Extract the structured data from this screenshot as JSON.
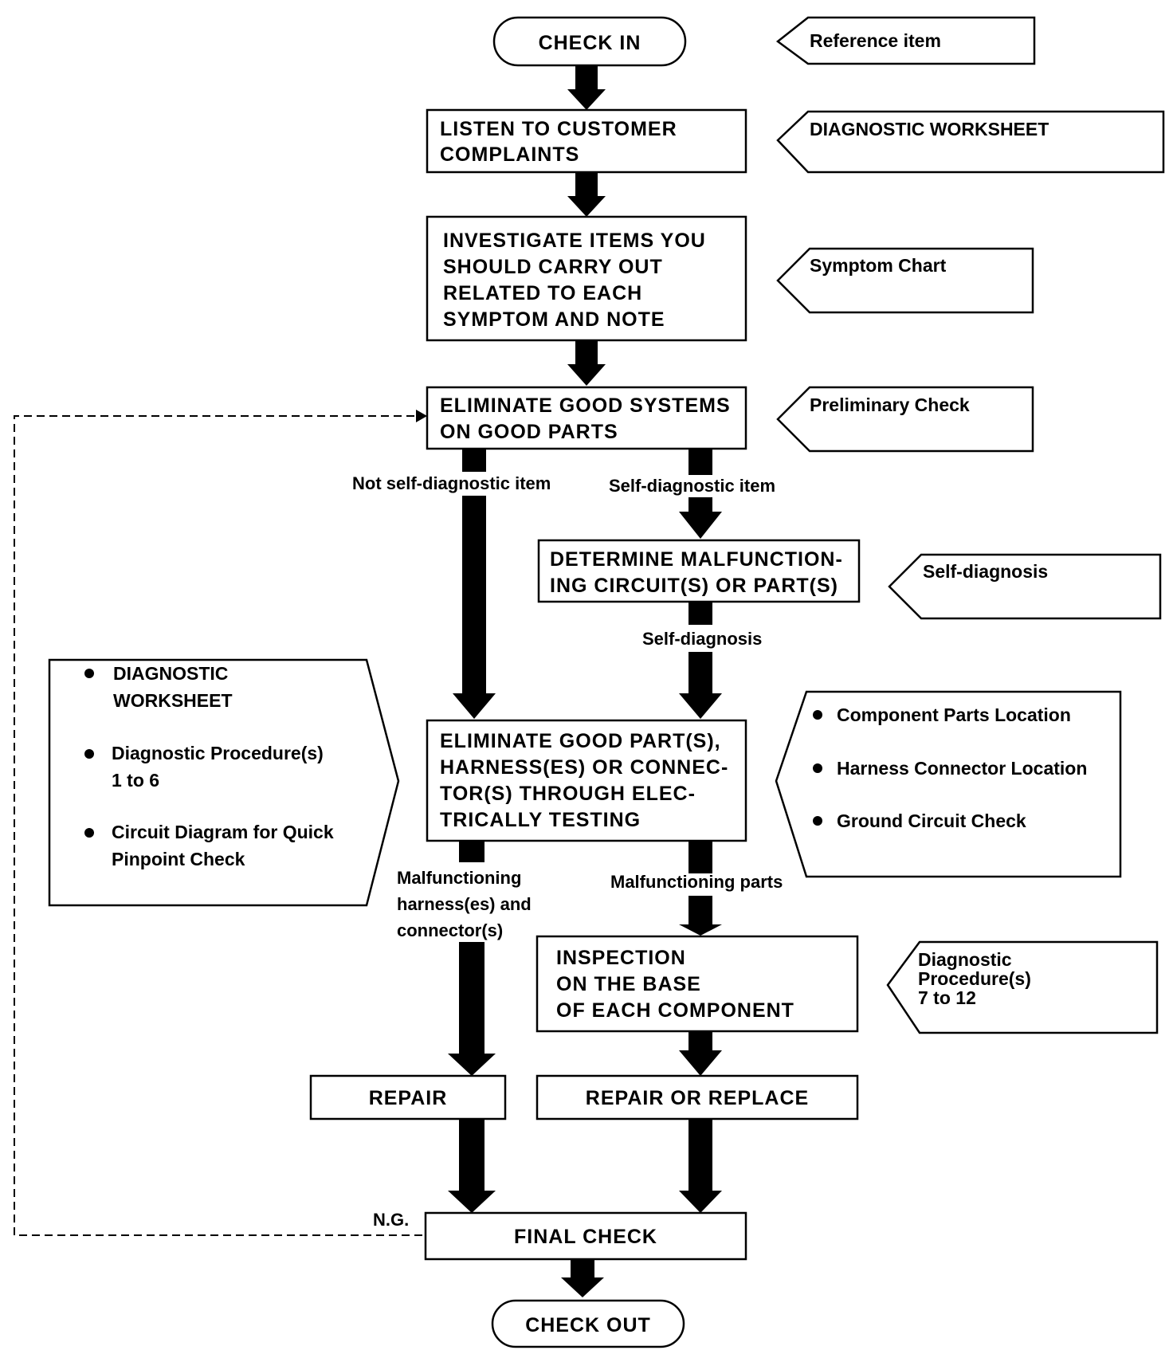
{
  "nodes": {
    "check_in": "CHECK IN",
    "listen": [
      "LISTEN TO CUSTOMER",
      "COMPLAINTS"
    ],
    "investigate": [
      "INVESTIGATE ITEMS YOU",
      "SHOULD CARRY OUT",
      "RELATED TO EACH",
      "SYMPTOM AND NOTE"
    ],
    "eliminate_systems": [
      "ELIMINATE GOOD SYSTEMS",
      "ON GOOD PARTS"
    ],
    "determine": [
      "DETERMINE MALFUNCTION-",
      "ING CIRCUIT(S) OR PART(S)"
    ],
    "eliminate_parts": [
      "ELIMINATE GOOD PART(S),",
      "HARNESS(ES) OR CONNEC-",
      "TOR(S) THROUGH ELEC-",
      "TRICALLY TESTING"
    ],
    "inspection": [
      "INSPECTION",
      "ON THE BASE",
      "OF EACH COMPONENT"
    ],
    "repair": "REPAIR",
    "repair_replace": "REPAIR OR REPLACE",
    "final_check": "FINAL CHECK",
    "check_out": "CHECK OUT"
  },
  "references": {
    "reference_item": "Reference item",
    "diagnostic_worksheet": "DIAGNOSTIC WORKSHEET",
    "symptom_chart": "Symptom Chart",
    "preliminary_check": "Preliminary Check",
    "self_diagnosis": "Self-diagnosis",
    "left_list": [
      [
        "DIAGNOSTIC",
        "WORKSHEET"
      ],
      [
        "Diagnostic Procedure(s)",
        "1 to 6"
      ],
      [
        "Circuit Diagram for Quick",
        "Pinpoint Check"
      ]
    ],
    "right_list": [
      "Component Parts Location",
      "Harness Connector Location",
      "Ground Circuit Check"
    ],
    "diag_procedures": [
      "Diagnostic",
      "Procedure(s)",
      "7 to 12"
    ]
  },
  "labels": {
    "not_self_diag": "Not self-diagnostic item",
    "self_diag_item": "Self-diagnostic item",
    "self_diagnosis": "Self-diagnosis",
    "malfunctioning_harness": [
      "Malfunctioning",
      "harness(es) and",
      "connector(s)"
    ],
    "malfunctioning_parts": "Malfunctioning parts",
    "ng": "N.G."
  }
}
